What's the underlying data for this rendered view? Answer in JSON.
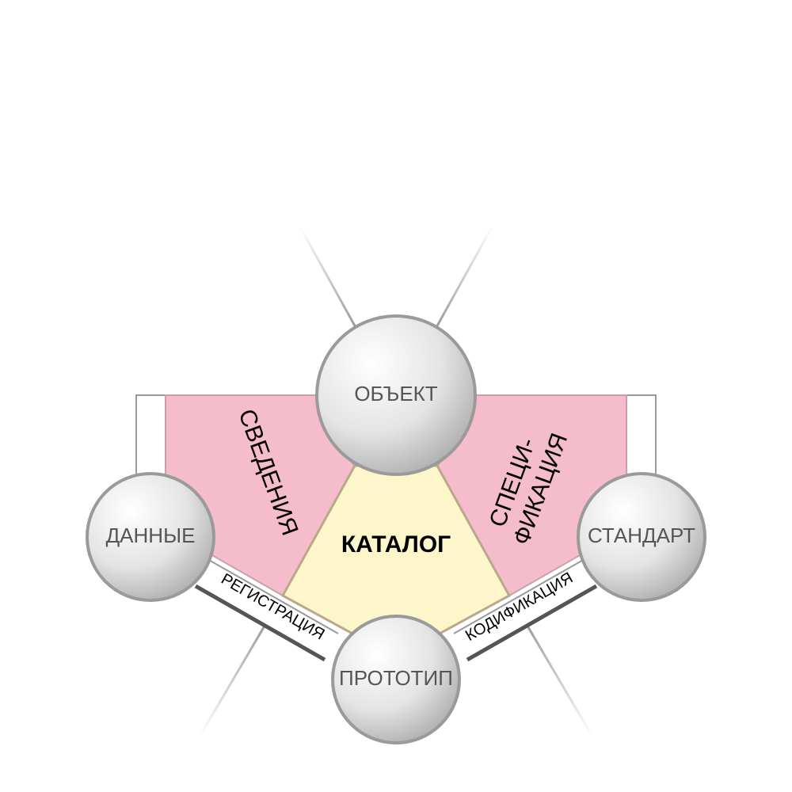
{
  "diagram": {
    "nodes": {
      "top": "ОБЪЕКТ",
      "left": "ДАННЫЕ",
      "right": "СТАНДАРТ",
      "bottom": "ПРОТОТИП"
    },
    "center": "КАТАЛОГ",
    "regions": {
      "left": "СВЕДЕНИЯ",
      "right_line1": "СПЕЦИ-",
      "right_line2": "ФИКАЦИЯ"
    },
    "bands": {
      "left": "РЕГИСТРАЦИЯ",
      "right": "КОДИФИКАЦИЯ"
    },
    "colors": {
      "pink": "#f5bccb",
      "yellow": "#fef6cb",
      "node_fill": "#dcdcdc",
      "node_stroke": "#9a9a9a"
    }
  }
}
